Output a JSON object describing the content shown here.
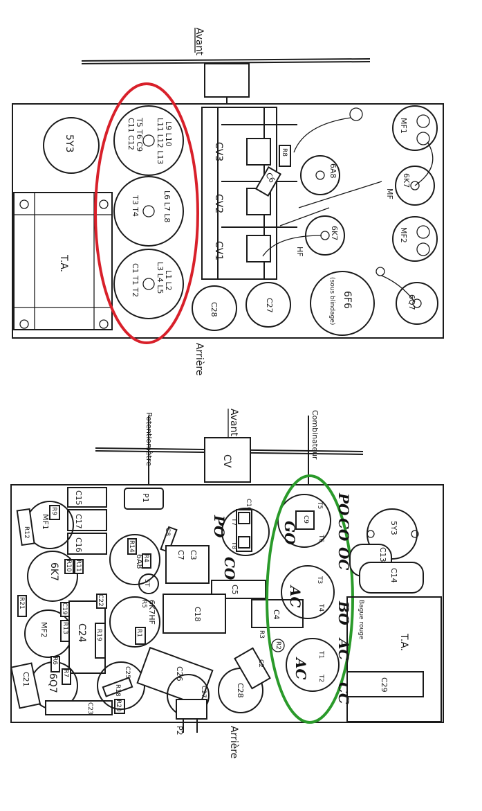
{
  "colors": {
    "ink": "#1a1a1a",
    "red_circle": "#d8202a",
    "green_circle": "#2a9a2a"
  },
  "top_view": {
    "front_label": "Avant",
    "rear_label": "Arrière",
    "tubes": [
      "5Y3",
      "6A8",
      "6K7",
      "6F6",
      "6Q7"
    ],
    "sous_blindage": "(sous blindage)",
    "transformer": "T.A.",
    "cv": [
      "CV3",
      "CV2",
      "CV1"
    ],
    "caps": [
      "C28",
      "C27",
      "C6"
    ],
    "resistor": "R8",
    "mf": [
      "MF1",
      "MF",
      "MF2"
    ],
    "hf": "HF",
    "coil1": [
      "L9 L10",
      "L11 L12 L13",
      "T5 T6 C9",
      "C11 C12"
    ],
    "coil2": [
      "L6 L7 L8",
      "T3 T4"
    ],
    "coil3": [
      "L1 L2",
      "L3 L4 L5",
      "C1 T1 T2"
    ]
  },
  "bottom_view": {
    "front_label": "Avant",
    "rear_label": "Arrière",
    "potentiometre": "Potentiomètre",
    "combinateur": "Combinateur",
    "cv": "CV",
    "p1": "P1",
    "p2": "P2",
    "left_comps": [
      "C15",
      "C17",
      "C16",
      "R9",
      "MF1",
      "R12",
      "R10",
      "R11",
      "6K7",
      "R21",
      "C19",
      "R13",
      "MF2",
      "R6",
      "R7",
      "6Q7",
      "C21",
      "C23",
      "R20",
      "R18",
      "C25",
      "C22",
      "C24",
      "R19"
    ],
    "mid_comps": [
      "C8",
      "R14",
      "R4",
      "6A8",
      "ST",
      "R5",
      "6K7HF",
      "R1",
      "C3",
      "C7",
      "C5",
      "C18",
      "C26",
      "C27",
      "C28",
      "C4",
      "R3",
      "R2",
      "C2"
    ],
    "switch_comps": [
      "C10",
      "T7",
      "T8"
    ],
    "coil_a": [
      "T5",
      "C9",
      "T6"
    ],
    "coil_b": [
      "T3",
      "T4"
    ],
    "coil_c": [
      "T1",
      "T2"
    ],
    "right_comps": [
      "5Y3",
      "C13",
      "C14",
      "T.A.",
      "C29"
    ],
    "bague": "Bague rouge",
    "handwritten": [
      "PO",
      "GO",
      "CO",
      "PO",
      "CO",
      "OC",
      "AC",
      "BO",
      "AC",
      "AC",
      "CC"
    ]
  }
}
